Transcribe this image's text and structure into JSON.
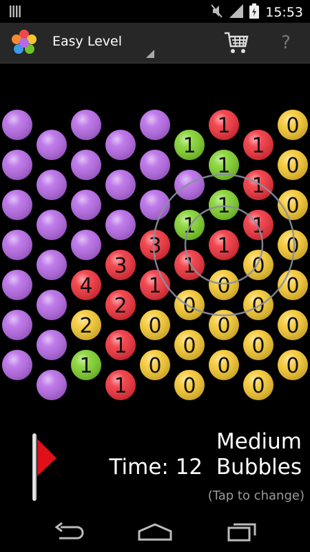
{
  "status_bar": {
    "time": "15:53",
    "icons": [
      "keyboard-icon",
      "mute-icon",
      "signal-icon",
      "battery-icon"
    ]
  },
  "action_bar": {
    "title": "Easy Level",
    "logo_icon": "flower-icon",
    "cart_icon": "cart-icon",
    "help_label": "?"
  },
  "board": {
    "colors": {
      "purple": "#b668e6",
      "red": "#f0303a",
      "yellow": "#f5c72e",
      "green": "#7fd12a"
    },
    "columns": [
      [
        {
          "c": "purple"
        },
        {
          "c": "purple"
        },
        {
          "c": "purple"
        },
        {
          "c": "purple"
        },
        {
          "c": "purple"
        },
        {
          "c": "purple"
        },
        {
          "c": "purple"
        }
      ],
      [
        {
          "c": "purple"
        },
        {
          "c": "purple"
        },
        {
          "c": "purple"
        },
        {
          "c": "purple"
        },
        {
          "c": "purple"
        },
        {
          "c": "purple"
        },
        {
          "c": "purple"
        }
      ],
      [
        {
          "c": "purple"
        },
        {
          "c": "purple"
        },
        {
          "c": "purple"
        },
        {
          "c": "purple"
        },
        {
          "c": "red",
          "n": "4"
        },
        {
          "c": "yellow",
          "n": "2"
        },
        {
          "c": "green",
          "n": "1"
        }
      ],
      [
        {
          "c": "purple"
        },
        {
          "c": "purple"
        },
        {
          "c": "purple"
        },
        {
          "c": "red",
          "n": "3"
        },
        {
          "c": "red",
          "n": "2"
        },
        {
          "c": "red",
          "n": "1"
        },
        {
          "c": "red",
          "n": "1"
        }
      ],
      [
        {
          "c": "purple"
        },
        {
          "c": "purple"
        },
        {
          "c": "purple"
        },
        {
          "c": "red",
          "n": "3"
        },
        {
          "c": "red",
          "n": "1"
        },
        {
          "c": "yellow",
          "n": "0"
        },
        {
          "c": "yellow",
          "n": "0"
        }
      ],
      [
        {
          "c": "green",
          "n": "1"
        },
        {
          "c": "purple"
        },
        {
          "c": "green",
          "n": "1"
        },
        {
          "c": "red",
          "n": "1"
        },
        {
          "c": "yellow",
          "n": "0"
        },
        {
          "c": "yellow",
          "n": "0"
        },
        {
          "c": "yellow",
          "n": "0"
        }
      ],
      [
        {
          "c": "red",
          "n": "1"
        },
        {
          "c": "green",
          "n": "1"
        },
        {
          "c": "green",
          "n": "1"
        },
        {
          "c": "red",
          "n": "1"
        },
        {
          "c": "yellow",
          "n": "0"
        },
        {
          "c": "yellow",
          "n": "0"
        },
        {
          "c": "yellow",
          "n": "0"
        }
      ],
      [
        {
          "c": "red",
          "n": "1"
        },
        {
          "c": "red",
          "n": "1"
        },
        {
          "c": "red",
          "n": "1"
        },
        {
          "c": "yellow",
          "n": "0"
        },
        {
          "c": "yellow",
          "n": "0"
        },
        {
          "c": "yellow",
          "n": "0"
        },
        {
          "c": "yellow",
          "n": "0"
        }
      ],
      [
        {
          "c": "yellow",
          "n": "0"
        },
        {
          "c": "yellow",
          "n": "0"
        },
        {
          "c": "yellow",
          "n": "0"
        },
        {
          "c": "yellow",
          "n": "0"
        },
        {
          "c": "yellow",
          "n": "0"
        },
        {
          "c": "yellow",
          "n": "0"
        },
        {
          "c": "yellow",
          "n": "0"
        }
      ]
    ],
    "target": {
      "column": 6,
      "row": 3
    }
  },
  "hud": {
    "difficulty": "Medium",
    "time_label": "Time: 12",
    "mode": "Bubbles",
    "hint": "(Tap to change)",
    "flag_color": "#e0101a"
  },
  "nav_bar": {
    "icons": [
      "back-icon",
      "home-icon",
      "recent-apps-icon"
    ]
  }
}
